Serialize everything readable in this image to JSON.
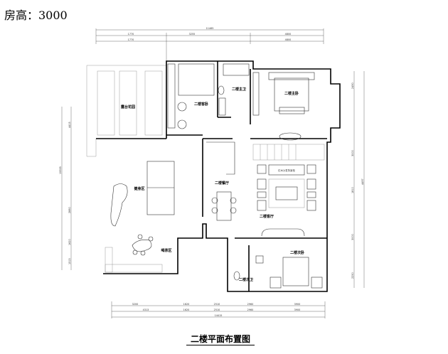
{
  "header": {
    "room_height": "房高：3000"
  },
  "title": "二楼平面布置图",
  "rooms": {
    "terrace_garden": "露台花园",
    "guest_bedroom": "二楼客卧",
    "master_bath": "二楼主卫",
    "master_bedroom": "二楼主卧",
    "dining": "二楼餐厅",
    "living": "二楼客厅",
    "fitness": "健身区",
    "tea": "喝茶区",
    "second_bedroom": "二楼次卧",
    "second_bath": "二楼次卫",
    "tv_cabinet": "红木沙发背景柜"
  },
  "dimensions": {
    "top_total": "11465",
    "top_row1": [
      "1770",
      "3255",
      "4800"
    ],
    "top_row2": [
      "1770",
      "4800"
    ],
    "bottom_row1": [
      "3200",
      "1620",
      "2510",
      "2960",
      "3900"
    ],
    "bottom_row2": [
      "4313",
      "1620",
      "2510",
      "2960",
      "3900"
    ],
    "bottom_total": "14415",
    "left_total": "15555",
    "left_rows": [
      "4415",
      "2880",
      "1620",
      "1515"
    ],
    "right_rows": [
      "2490",
      "3000",
      "1810",
      "4497",
      "3000",
      "2250"
    ]
  }
}
